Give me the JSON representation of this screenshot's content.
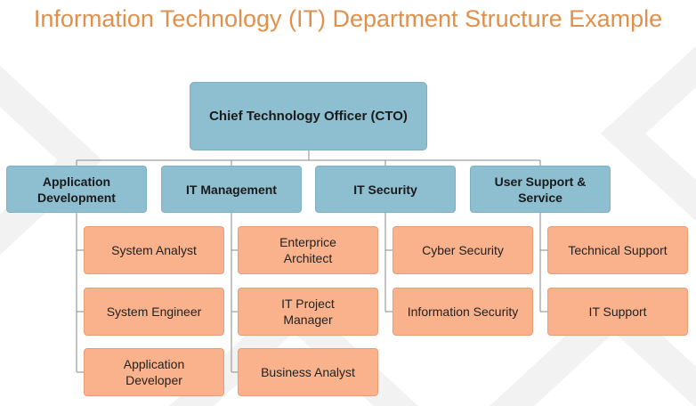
{
  "title": "Information Technology (IT) Department Structure Example",
  "cto": "Chief Technology Officer (CTO)",
  "departments": [
    {
      "label": "Application\nDevelopment",
      "roles": [
        "System Analyst",
        "System Engineer",
        "Application\nDeveloper"
      ]
    },
    {
      "label": "IT Management",
      "roles": [
        "Enterprice\nArchitect",
        "IT Project\nManager",
        "Business Analyst"
      ]
    },
    {
      "label": "IT Security",
      "roles": [
        "Cyber Security",
        "Information Security"
      ]
    },
    {
      "label": "User Support &\nService",
      "roles": [
        "Technical Support",
        "IT Support"
      ]
    }
  ],
  "colors": {
    "title": "#E0904B",
    "blue_box": "#8DBFD0",
    "orange_box": "#F9B28C",
    "connector": "#8A8A8A"
  }
}
